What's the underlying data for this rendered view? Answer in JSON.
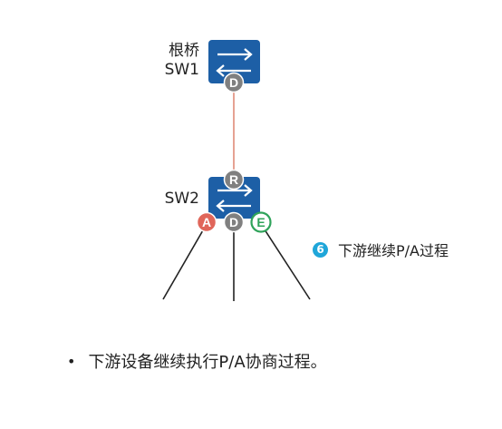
{
  "switches": {
    "root": {
      "label_line1": "根桥",
      "label_line2": "SW1",
      "port": "D"
    },
    "sw2": {
      "label": "SW2",
      "top_port": "R",
      "bottom_ports": [
        "A",
        "D",
        "E"
      ]
    }
  },
  "port_colors": {
    "A": "#e0665a",
    "D": "#808080",
    "R": "#808080",
    "E_ring": "#2fa35a"
  },
  "colors": {
    "switch_fill": "#1d5fa6",
    "root_link": "#e08a78",
    "downstream_link": "#222222",
    "step_badge": "#1fa6d9"
  },
  "step": {
    "number": "6",
    "text": "下游继续P/A过程"
  },
  "bullet": {
    "symbol": "•",
    "text": "下游设备继续执行P/A协商过程。"
  }
}
